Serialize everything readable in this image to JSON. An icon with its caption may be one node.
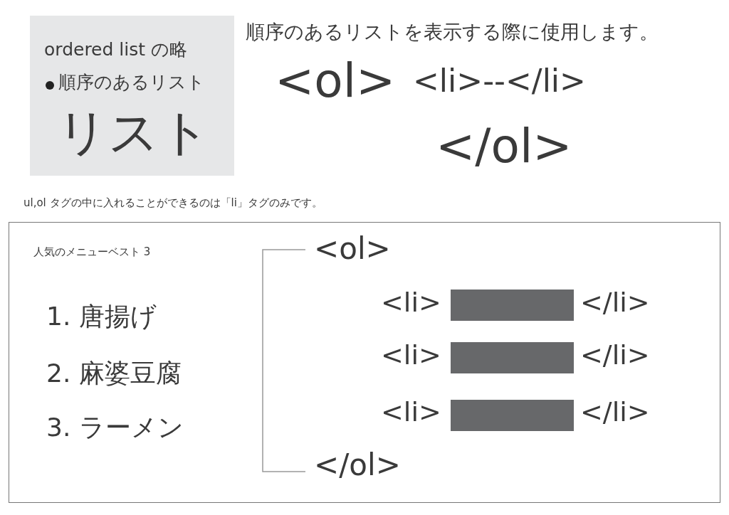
{
  "diagram": {
    "title": "順序のあるリストを表示する際に使用します。",
    "nodes": [
      {
        "text": [
          "ordered list の略",
          "順序のあるリスト",
          "リスト"
        ]
      },
      {
        "text": [
          "人気のメニューベスト 3",
          "1. 唐揚げ",
          "2. 麻婆豆腐",
          "3. ラーメン",
          "<ol>",
          "<li>",
          "</li>",
          "<li>",
          "</li>",
          "<li>",
          "</li>",
          "</ol>"
        ]
      },
      {
        "text": [],
        "shape": "bar",
        "in": 1
      },
      {
        "text": [],
        "shape": "bar",
        "in": 1
      },
      {
        "text": [],
        "shape": "bar",
        "in": 1
      }
    ],
    "edges": [],
    "labels": [
      "<ol>",
      "<li>--</li>",
      "</ol>",
      "ul,ol タグの中に入れることができるのは「li」タグのみです。"
    ]
  }
}
